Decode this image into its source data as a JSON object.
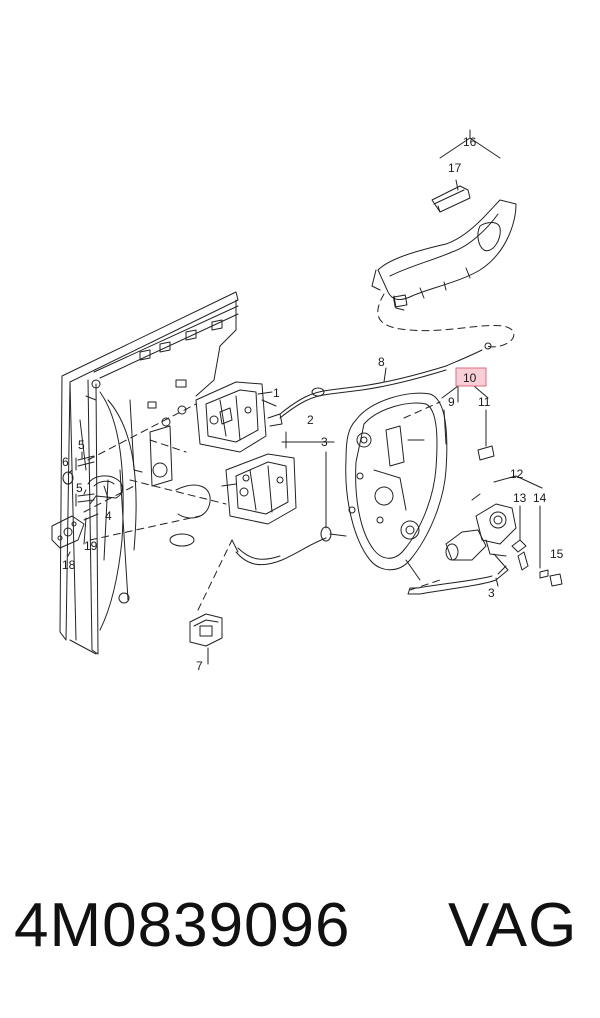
{
  "diagram": {
    "labels": {
      "l1": "1",
      "l2": "2",
      "l3a": "3",
      "l3b": "3",
      "l4": "4",
      "l5a": "5",
      "l5b": "5",
      "l6": "6",
      "l7": "7",
      "l8": "8",
      "l9": "9",
      "l10": "10",
      "l11": "11",
      "l12": "12",
      "l13": "13",
      "l14": "14",
      "l15": "15",
      "l16": "16",
      "l17": "17",
      "l18": "18",
      "l19": "19"
    },
    "highlight_color": "#f2a7b4",
    "line_color": "#222222"
  },
  "caption": {
    "part_number": "4M0839096",
    "brand": "VAG"
  }
}
